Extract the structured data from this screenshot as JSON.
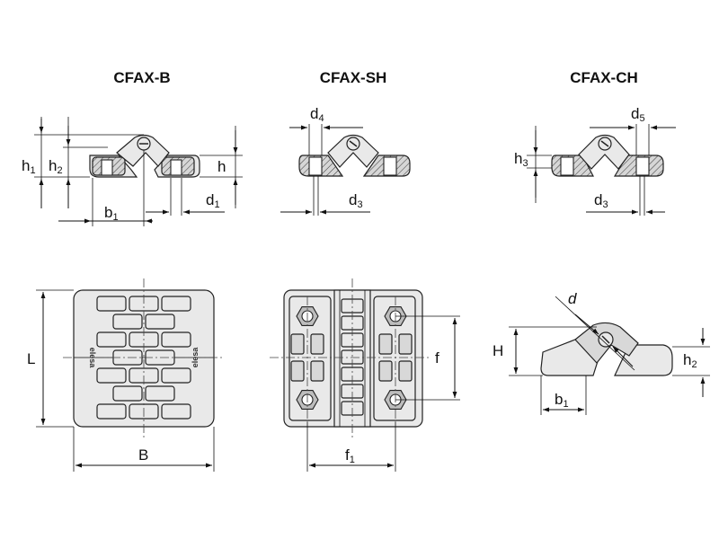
{
  "titles": {
    "cfax_b": "CFAX-B",
    "cfax_sh": "CFAX-SH",
    "cfax_ch": "CFAX-CH"
  },
  "dimensions": {
    "h1": {
      "base": "h",
      "sub": "1"
    },
    "h2": {
      "base": "h",
      "sub": "2"
    },
    "h": {
      "base": "h",
      "sub": ""
    },
    "b1": {
      "base": "b",
      "sub": "1"
    },
    "d1": {
      "base": "d",
      "sub": "1"
    },
    "d4": {
      "base": "d",
      "sub": "4"
    },
    "d3": {
      "base": "d",
      "sub": "3"
    },
    "d5": {
      "base": "d",
      "sub": "5"
    },
    "h3": {
      "base": "h",
      "sub": "3"
    },
    "d3b": {
      "base": "d",
      "sub": "3"
    },
    "L": {
      "base": "L",
      "sub": ""
    },
    "B": {
      "base": "B",
      "sub": ""
    },
    "f": {
      "base": "f",
      "sub": ""
    },
    "f1": {
      "base": "f",
      "sub": "1"
    },
    "d": {
      "base": "d",
      "sub": ""
    },
    "H": {
      "base": "H",
      "sub": ""
    },
    "h2b": {
      "base": "h",
      "sub": "2"
    },
    "b1b": {
      "base": "b",
      "sub": "1"
    }
  },
  "logo_text": "elesa"
}
